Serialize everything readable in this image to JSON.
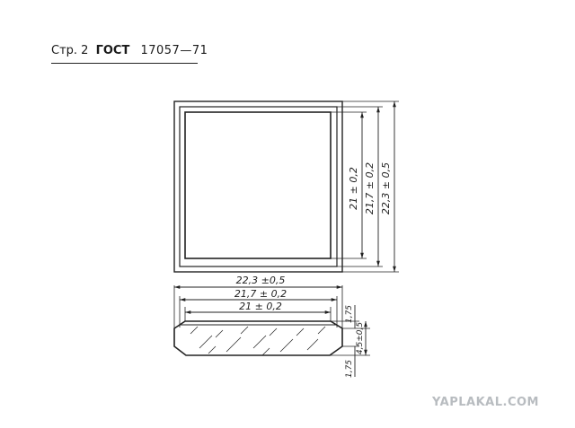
{
  "header": {
    "page": "Стр. 2",
    "standard": "ГОСТ",
    "number": "17057—71"
  },
  "top_view": {
    "dim_inner": "21 ± 0,2",
    "dim_mid": "21,7 ± 0,2",
    "dim_outer": "22,3 ± 0,5"
  },
  "side_view": {
    "dim_outer": "22,3 ±0,5",
    "dim_mid": "21,7 ± 0,2",
    "dim_inner": "21 ± 0,2",
    "dim_top_chamfer": "1,75",
    "dim_thickness": "4,5±0,5",
    "dim_bottom_chamfer": "1,75"
  },
  "watermark": "YAPLAKAL.COM"
}
